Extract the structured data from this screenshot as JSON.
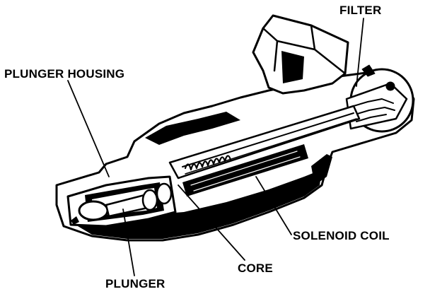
{
  "labels": {
    "filter": "FILTER",
    "plunger_housing": "PLUNGER HOUSING",
    "solenoid_coil": "SOLENOID COIL",
    "core": "CORE",
    "plunger": "PLUNGER"
  },
  "colors": {
    "ink": "#000000",
    "paper": "#ffffff"
  }
}
